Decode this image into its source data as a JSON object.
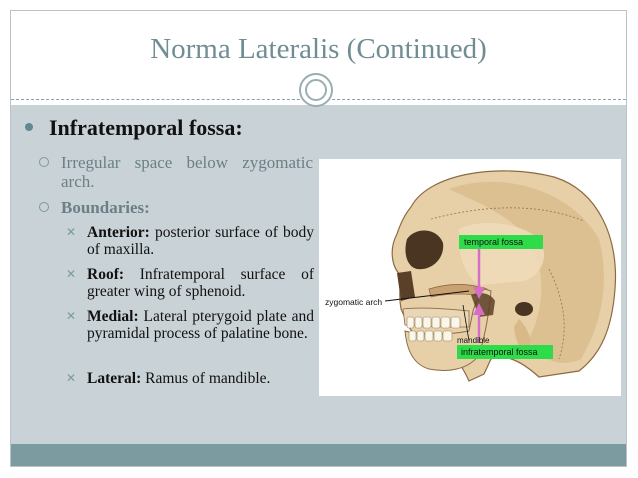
{
  "slide": {
    "title": "Norma Lateralis (Continued)",
    "heading": "Infratemporal fossa:",
    "items": [
      {
        "text": "Irregular space below zygomatic arch."
      },
      {
        "text": "Boundaries:"
      }
    ],
    "boundaries": [
      {
        "label": "Anterior:",
        "text": " posterior surface of body of maxilla."
      },
      {
        "label": "Roof:",
        "text": " Infratemporal surface of greater wing of sphenoid."
      },
      {
        "label": "Medial:",
        "text": " Lateral pterygoid plate and pyramidal process of palatine bone."
      },
      {
        "label": "Lateral:",
        "text": " Ramus of mandible."
      }
    ]
  },
  "figure": {
    "labels": {
      "temporal_fossa": "temporal fossa",
      "zygomatic_arch": "zygomatic arch",
      "mandible": "mandible",
      "infratemporal_fossa": "infratemporal fossa"
    }
  },
  "colors": {
    "title": "#6f8d93",
    "content_bg": "#c9d2d6",
    "footer_bg": "#7b9ba0",
    "label_green": "#2edc4a"
  }
}
